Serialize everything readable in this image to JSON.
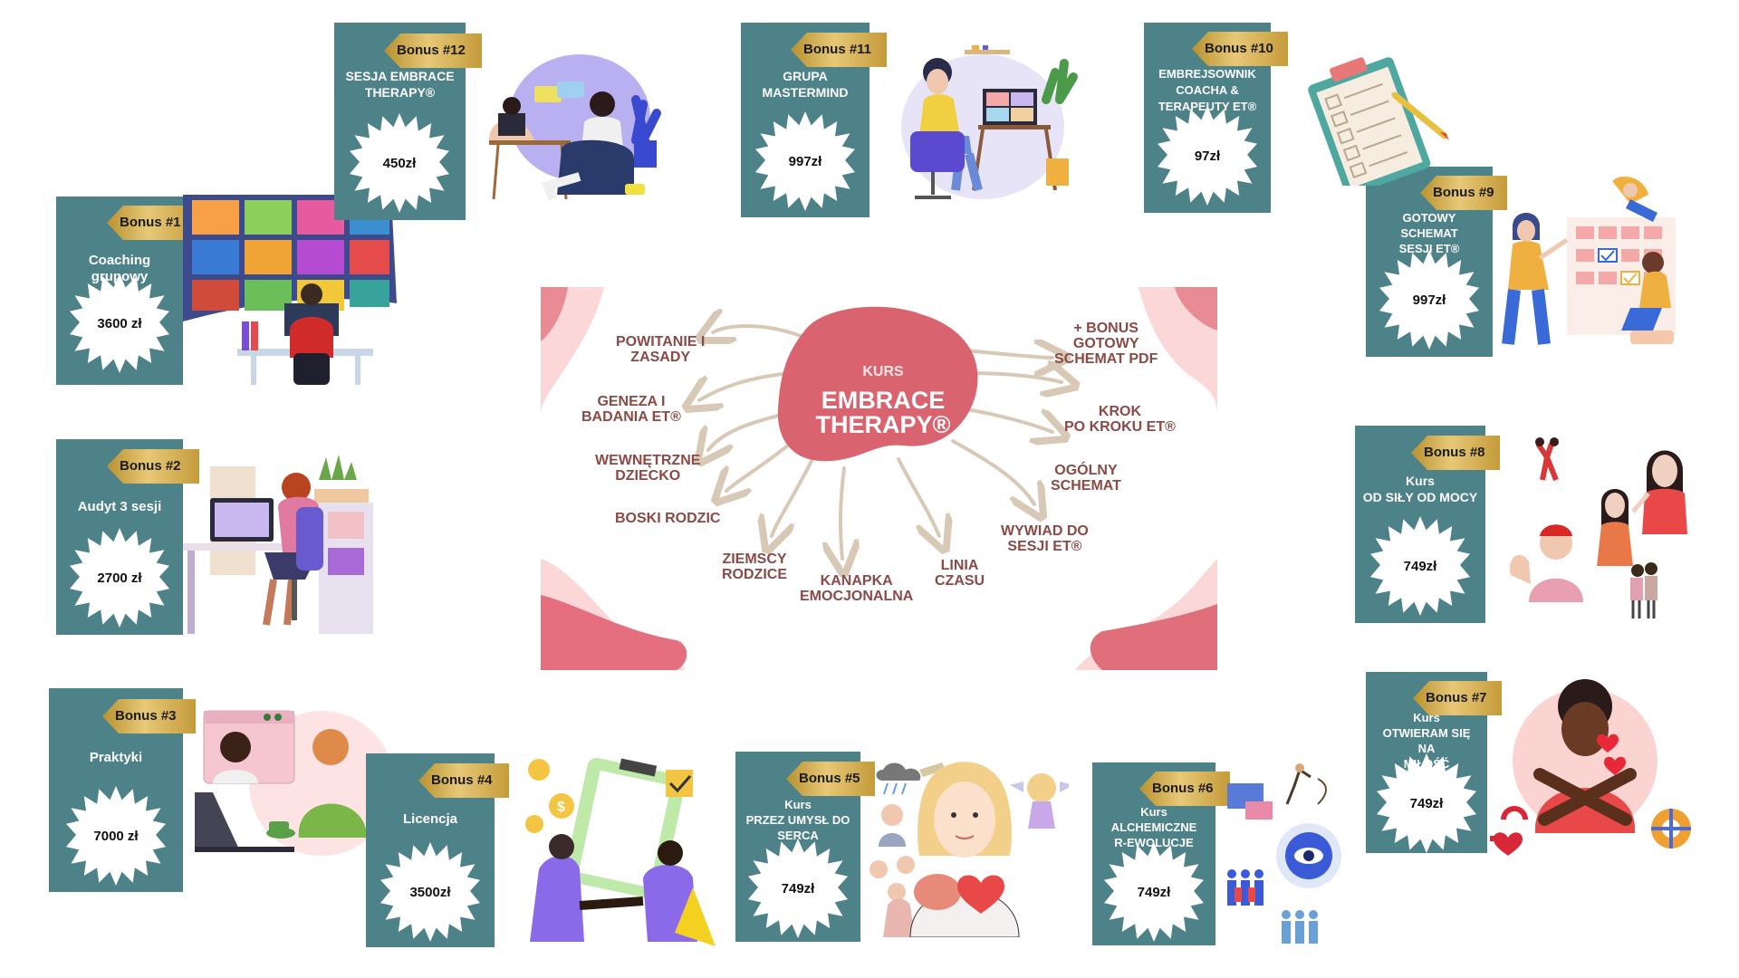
{
  "center": {
    "pre": "KURS",
    "line1": "EMBRACE",
    "line2": "THERAPY®"
  },
  "branches": [
    {
      "l1": "POWITANIE I",
      "l2": "ZASADY"
    },
    {
      "l1": "GENEZA I",
      "l2": "BADANIA ET®"
    },
    {
      "l1": "WEWNĘTRZNE",
      "l2": "DZIECKO"
    },
    {
      "l1": "BOSKI RODZIC",
      "l2": ""
    },
    {
      "l1": "ZIEMSCY",
      "l2": "RODZICE"
    },
    {
      "l1": "KANAPKA",
      "l2": "EMOCJONALNA"
    },
    {
      "l1": "LINIA",
      "l2": "CZASU"
    },
    {
      "l1": "WYWIAD DO",
      "l2": "SESJI ET®"
    },
    {
      "l1": "OGÓLNY",
      "l2": "SCHEMAT"
    },
    {
      "l1": "KROK",
      "l2": "PO KROKU ET®"
    },
    {
      "l1": "+ BONUS",
      "l2": "GOTOWY",
      "l3": "SCHEMAT PDF"
    }
  ],
  "bonuses": [
    {
      "badge": "Bonus #1",
      "l1": "Coaching grupowy",
      "price": "3600 zł"
    },
    {
      "badge": "Bonus #2",
      "l1": "Audyt 3 sesji",
      "price": "2700 zł"
    },
    {
      "badge": "Bonus #3",
      "l1": "Praktyki",
      "price": "7000 zł"
    },
    {
      "badge": "Bonus #4",
      "l1": "Licencja",
      "price": "3500zł"
    },
    {
      "badge": "Bonus #5",
      "l1": "Kurs",
      "l2": "PRZEZ UMYSŁ DO",
      "l3": "SERCA",
      "price": "749zł"
    },
    {
      "badge": "Bonus #6",
      "l1": "Kurs",
      "l2": "ALCHEMICZNE",
      "l3": "R-EWOLUCJE",
      "price": "749zł"
    },
    {
      "badge": "Bonus #7",
      "l1": "Kurs",
      "l2": "OTWIERAM SIĘ NA",
      "l3": "MIŁOŚĆ",
      "price": "749zł"
    },
    {
      "badge": "Bonus #8",
      "l1": "Kurs",
      "l2": "OD SIŁY OD MOCY",
      "price": "749zł"
    },
    {
      "badge": "Bonus #9",
      "l1": "GOTOWY SCHEMAT",
      "l2": "SESJI ET®",
      "price": "997zł"
    },
    {
      "badge": "Bonus #10",
      "l1": "EMBREJSOWNIK",
      "l2": "COACHA &",
      "l3": "TERAPEUTY ET®",
      "price": "97zł"
    },
    {
      "badge": "Bonus #11",
      "l1": "GRUPA",
      "l2": "MASTERMIND",
      "price": "997zł"
    },
    {
      "badge": "Bonus #12",
      "l1": "SESJA EMBRACE",
      "l2": "THERAPY®",
      "price": "450zł"
    }
  ]
}
